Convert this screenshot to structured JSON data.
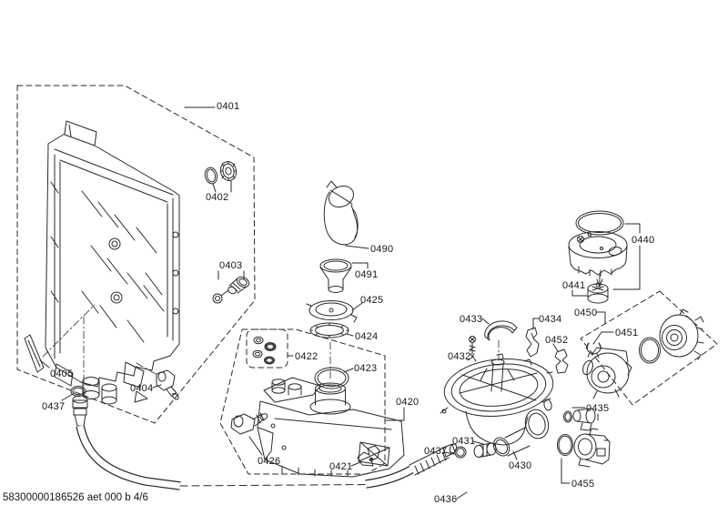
{
  "footer": {
    "code": "58300000186526 aet 000 b 4/6"
  },
  "labels": {
    "p0401": "0401",
    "p0402": "0402",
    "p0403": "0403",
    "p0404": "0404",
    "p0405": "0405",
    "p0437a": "0437",
    "p0490": "0490",
    "p0491": "0491",
    "p0425": "0425",
    "p0424": "0424",
    "p0422": "0422",
    "p0423": "0423",
    "p0420": "0420",
    "p0426": "0426",
    "p0421": "0421",
    "p0433": "0433",
    "p0434": "0434",
    "p0432": "0432",
    "p0452": "0452",
    "p0431": "0431",
    "p0437b": "0437",
    "p0430": "0430",
    "p0436": "0436",
    "p0440": "0440",
    "p0441": "0441",
    "p0450": "0450",
    "p0451": "0451",
    "p0435": "0435",
    "p0455": "0455"
  },
  "colors": {
    "line": "#2a2a2a",
    "background": "#ffffff",
    "text": "#151515"
  }
}
